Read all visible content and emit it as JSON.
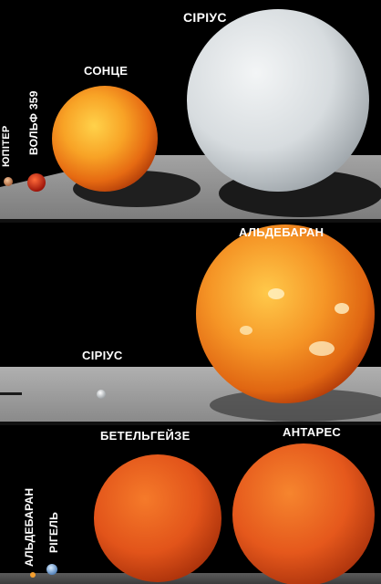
{
  "panels": [
    {
      "labels": {
        "jupiter": "ЮПІТЕР",
        "wolf359": "ВОЛЬФ 359",
        "sun": "СОНЦЕ",
        "sirius": "СІРІУС"
      }
    },
    {
      "labels": {
        "aldebaran": "АЛЬДЕБАРАН",
        "sirius": "СІРІУС"
      }
    },
    {
      "labels": {
        "aldebaran": "АЛЬДЕБАРАН",
        "rigel": "РІГЕЛЬ",
        "betelgeuse": "БЕТЕЛЬГЕЙЗЕ",
        "antares": "АНТАРЕС"
      }
    }
  ],
  "colors": {
    "background": "#000000",
    "floor": "#8c8c8c",
    "sun_orange": "#f08a1c",
    "sirius_white": "#dfe3e6",
    "red_giant": "#e2521a"
  }
}
